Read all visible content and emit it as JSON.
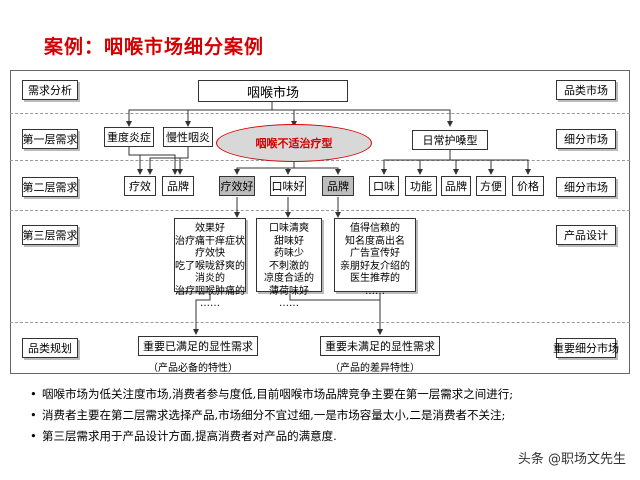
{
  "title": "案例：咽喉市场细分案例",
  "left_labels": [
    "需求分析",
    "第一层需求",
    "第二层需求",
    "第三层需求",
    "品类规划"
  ],
  "right_labels": [
    "品类市场",
    "细分市场",
    "细分市场",
    "产品设计",
    "重要细分市场"
  ],
  "root": "咽喉市场",
  "level1": [
    "重度炎症",
    "慢性咽炎",
    "咽喉不适治疗型",
    "日常护嗓型"
  ],
  "level2": [
    "疗效",
    "品牌",
    "疗效好",
    "口味好",
    "品牌",
    "口味",
    "功能",
    "品牌",
    "方便",
    "价格"
  ],
  "level3": [
    [
      "效果好",
      "治疗痛干痒症状",
      "疗效快",
      "吃了喉咙舒爽的",
      "消炎的",
      "治疗咽喉肿痛的",
      "……"
    ],
    [
      "口味清爽",
      "甜味好",
      "药味少",
      "不刺激的",
      "凉度合适的",
      "薄荷味好",
      "……"
    ],
    [
      "值得信赖的",
      "知名度高出名",
      "广告宣传好",
      "亲朋好友介绍的",
      "医生推荐的",
      "……"
    ]
  ],
  "category": [
    "重要已满足的显性需求",
    "重要未满足的显性需求"
  ],
  "category_notes": [
    "（产品必备的特性）",
    "（产品的差异特性）"
  ],
  "bullets": [
    "咽喉市场为低关注度市场,消费者参与度低,目前咽喉市场品牌竞争主要在第一层需求之间进行;",
    "消费者主要在第二层需求选择产品,市场细分不宜过细,一是市场容量太小,二是消费者不关注;",
    "第三层需求用于产品设计方面,提高消费者对产品的满意度."
  ],
  "watermark": "头条 @职场文先生"
}
